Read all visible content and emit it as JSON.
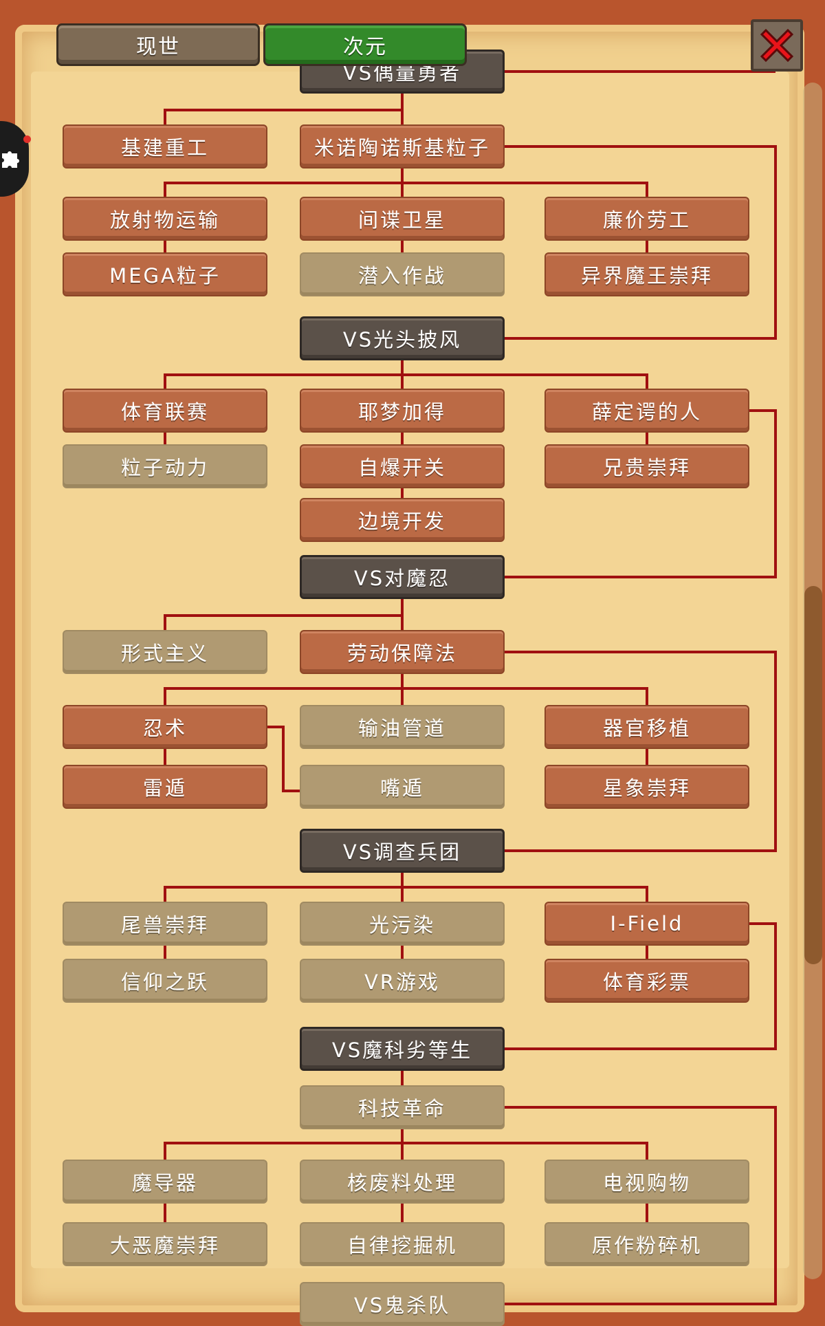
{
  "tabs": [
    {
      "label": "现世",
      "active": false
    },
    {
      "label": "次元",
      "active": true
    }
  ],
  "close_icon": "close-x-icon",
  "side_icon": "puzzle-icon",
  "colors": {
    "line": "#a01010",
    "boss": "#5b5149",
    "unlocked": "#bb6a45",
    "locked": "#b09a72",
    "tab_active": "#338a2a"
  },
  "nodes": [
    {
      "id": "n0",
      "label": "VS偶量勇者",
      "state": "boss"
    },
    {
      "id": "n1",
      "label": "基建重工",
      "state": "on"
    },
    {
      "id": "n2",
      "label": "米诺陶诺斯基粒子",
      "state": "on"
    },
    {
      "id": "n3",
      "label": "放射物运输",
      "state": "on"
    },
    {
      "id": "n4",
      "label": "间谍卫星",
      "state": "on"
    },
    {
      "id": "n5",
      "label": "廉价劳工",
      "state": "on"
    },
    {
      "id": "n6",
      "label": "MEGA粒子",
      "state": "on"
    },
    {
      "id": "n7",
      "label": "潜入作战",
      "state": "off"
    },
    {
      "id": "n8",
      "label": "异界魔王崇拜",
      "state": "on"
    },
    {
      "id": "n9",
      "label": "VS光头披风",
      "state": "boss"
    },
    {
      "id": "n10",
      "label": "体育联赛",
      "state": "on"
    },
    {
      "id": "n11",
      "label": "耶梦加得",
      "state": "on"
    },
    {
      "id": "n12",
      "label": "薛定谔的人",
      "state": "on"
    },
    {
      "id": "n13",
      "label": "粒子动力",
      "state": "off"
    },
    {
      "id": "n14",
      "label": "自爆开关",
      "state": "on"
    },
    {
      "id": "n15",
      "label": "兄贵崇拜",
      "state": "on"
    },
    {
      "id": "n16",
      "label": "边境开发",
      "state": "on"
    },
    {
      "id": "n17",
      "label": "VS对魔忍",
      "state": "boss"
    },
    {
      "id": "n18",
      "label": "形式主义",
      "state": "off"
    },
    {
      "id": "n19",
      "label": "劳动保障法",
      "state": "on"
    },
    {
      "id": "n20",
      "label": "忍术",
      "state": "on"
    },
    {
      "id": "n21",
      "label": "输油管道",
      "state": "off"
    },
    {
      "id": "n22",
      "label": "器官移植",
      "state": "on"
    },
    {
      "id": "n23",
      "label": "雷遁",
      "state": "on"
    },
    {
      "id": "n24",
      "label": "嘴遁",
      "state": "off"
    },
    {
      "id": "n25",
      "label": "星象崇拜",
      "state": "on"
    },
    {
      "id": "n26",
      "label": "VS调查兵团",
      "state": "boss"
    },
    {
      "id": "n27",
      "label": "尾兽崇拜",
      "state": "off"
    },
    {
      "id": "n28",
      "label": "光污染",
      "state": "off"
    },
    {
      "id": "n29",
      "label": "I-Field",
      "state": "on"
    },
    {
      "id": "n30",
      "label": "信仰之跃",
      "state": "off"
    },
    {
      "id": "n31",
      "label": "VR游戏",
      "state": "off"
    },
    {
      "id": "n32",
      "label": "体育彩票",
      "state": "on"
    },
    {
      "id": "n33",
      "label": "VS魔科劣等生",
      "state": "boss"
    },
    {
      "id": "n34",
      "label": "科技革命",
      "state": "off"
    },
    {
      "id": "n35",
      "label": "魔导器",
      "state": "off"
    },
    {
      "id": "n36",
      "label": "核废料处理",
      "state": "off"
    },
    {
      "id": "n37",
      "label": "电视购物",
      "state": "off"
    },
    {
      "id": "n38",
      "label": "大恶魔崇拜",
      "state": "off"
    },
    {
      "id": "n39",
      "label": "自律挖掘机",
      "state": "off"
    },
    {
      "id": "n40",
      "label": "原作粉碎机",
      "state": "off"
    },
    {
      "id": "n41",
      "label": "VS鬼杀队",
      "state": "off"
    }
  ]
}
